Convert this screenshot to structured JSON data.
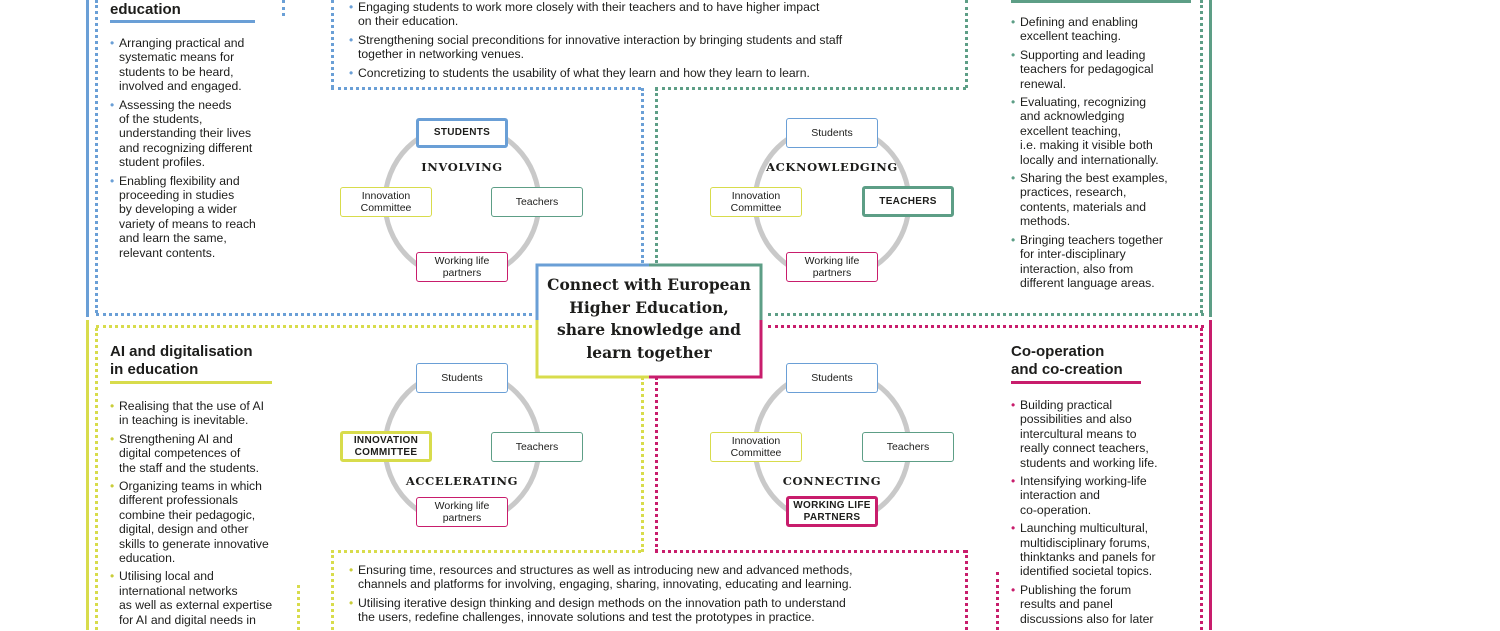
{
  "colors": {
    "blue": "#6a9fd6",
    "yellow": "#d8dc4c",
    "green": "#5d9e86",
    "magenta": "#c81d6c",
    "ring": "#c9c9c9"
  },
  "center_text": "Connect with European\nHigher Education,\nshare knowledge and\nlearn together",
  "top_left": {
    "heading": "education",
    "bullets": [
      "Arranging practical and\nsystematic means for\nstudents to be heard,\ninvolved and engaged.",
      "Assessing the needs\nof the students,\nunderstanding their lives\nand recognizing different\nstudent profiles.",
      "Enabling flexibility and\nproceeding in studies\nby developing a wider\nvariety of means to reach\nand learn the same,\nrelevant contents."
    ]
  },
  "top_center": {
    "bullets": [
      "Engaging students to work more closely with their teachers and to have higher impact\non their education.",
      "Strengthening social preconditions for innovative interaction by bringing students and staff\ntogether in networking venues.",
      "Concretizing to students the usability of what they learn and how they learn to learn."
    ]
  },
  "top_right": {
    "bullets": [
      "Defining and enabling\nexcellent teaching.",
      "Supporting and leading\nteachers for pedagogical\nrenewal.",
      "Evaluating, recognizing\nand acknowledging\nexcellent teaching,\ni.e. making it visible both\nlocally and internationally.",
      "Sharing the best examples,\npractices, research,\ncontents, materials and\nmethods.",
      "Bringing teachers together\nfor inter-disciplinary\ninteraction, also from\ndifferent language areas."
    ]
  },
  "bottom_left": {
    "heading_line1": "AI and digitalisation",
    "heading_line2": "in education",
    "bullets": [
      "Realising that the use of AI\nin teaching is inevitable.",
      "Strengthening AI and\ndigital competences of\nthe staff and the students.",
      "Organizing teams in which\ndifferent professionals\ncombine their pedagogic,\ndigital, design and other\nskills to generate innovative\neducation.",
      "Utilising local and\ninternational networks\nas well as external expertise\nfor AI and digital needs in"
    ]
  },
  "bottom_center": {
    "bullets": [
      "Ensuring time, resources and structures as well as introducing new and advanced methods,\nchannels and platforms for involving, engaging, sharing, innovating, educating and learning.",
      "Utilising iterative design thinking and design methods on the innovation path to understand\nthe users, redefine challenges, innovate solutions and test the prototypes in practice."
    ]
  },
  "bottom_right": {
    "heading_line1": "Co-operation",
    "heading_line2": "and co-creation",
    "bullets": [
      "Building practical\npossibilities and also\nintercultural means to\nreally connect teachers,\nstudents and working life.",
      "Intensifying working-life\ninteraction and\nco-operation.",
      "Launching multicultural,\nmultidisciplinary forums,\nthinktanks and panels for\nidentified societal topics.",
      "Publishing the forum\nresults and panel\ndiscussions also for later"
    ]
  },
  "cycles": {
    "involving": {
      "label": "INVOLVING",
      "students": "STUDENTS",
      "teachers": "Teachers",
      "committee": "Innovation\nCommittee",
      "partners": "Working life\npartners"
    },
    "acknowledging": {
      "label": "ACKNOWLEDGING",
      "students": "Students",
      "teachers": "TEACHERS",
      "committee": "Innovation\nCommittee",
      "partners": "Working life\npartners"
    },
    "accelerating": {
      "label": "ACCELERATING",
      "students": "Students",
      "teachers": "Teachers",
      "committee": "INNOVATION\nCOMMITTEE",
      "partners": "Working life\npartners"
    },
    "connecting": {
      "label": "CONNECTING",
      "students": "Students",
      "teachers": "Teachers",
      "committee": "Innovation\nCommittee",
      "partners": "WORKING LIFE\nPARTNERS"
    }
  }
}
